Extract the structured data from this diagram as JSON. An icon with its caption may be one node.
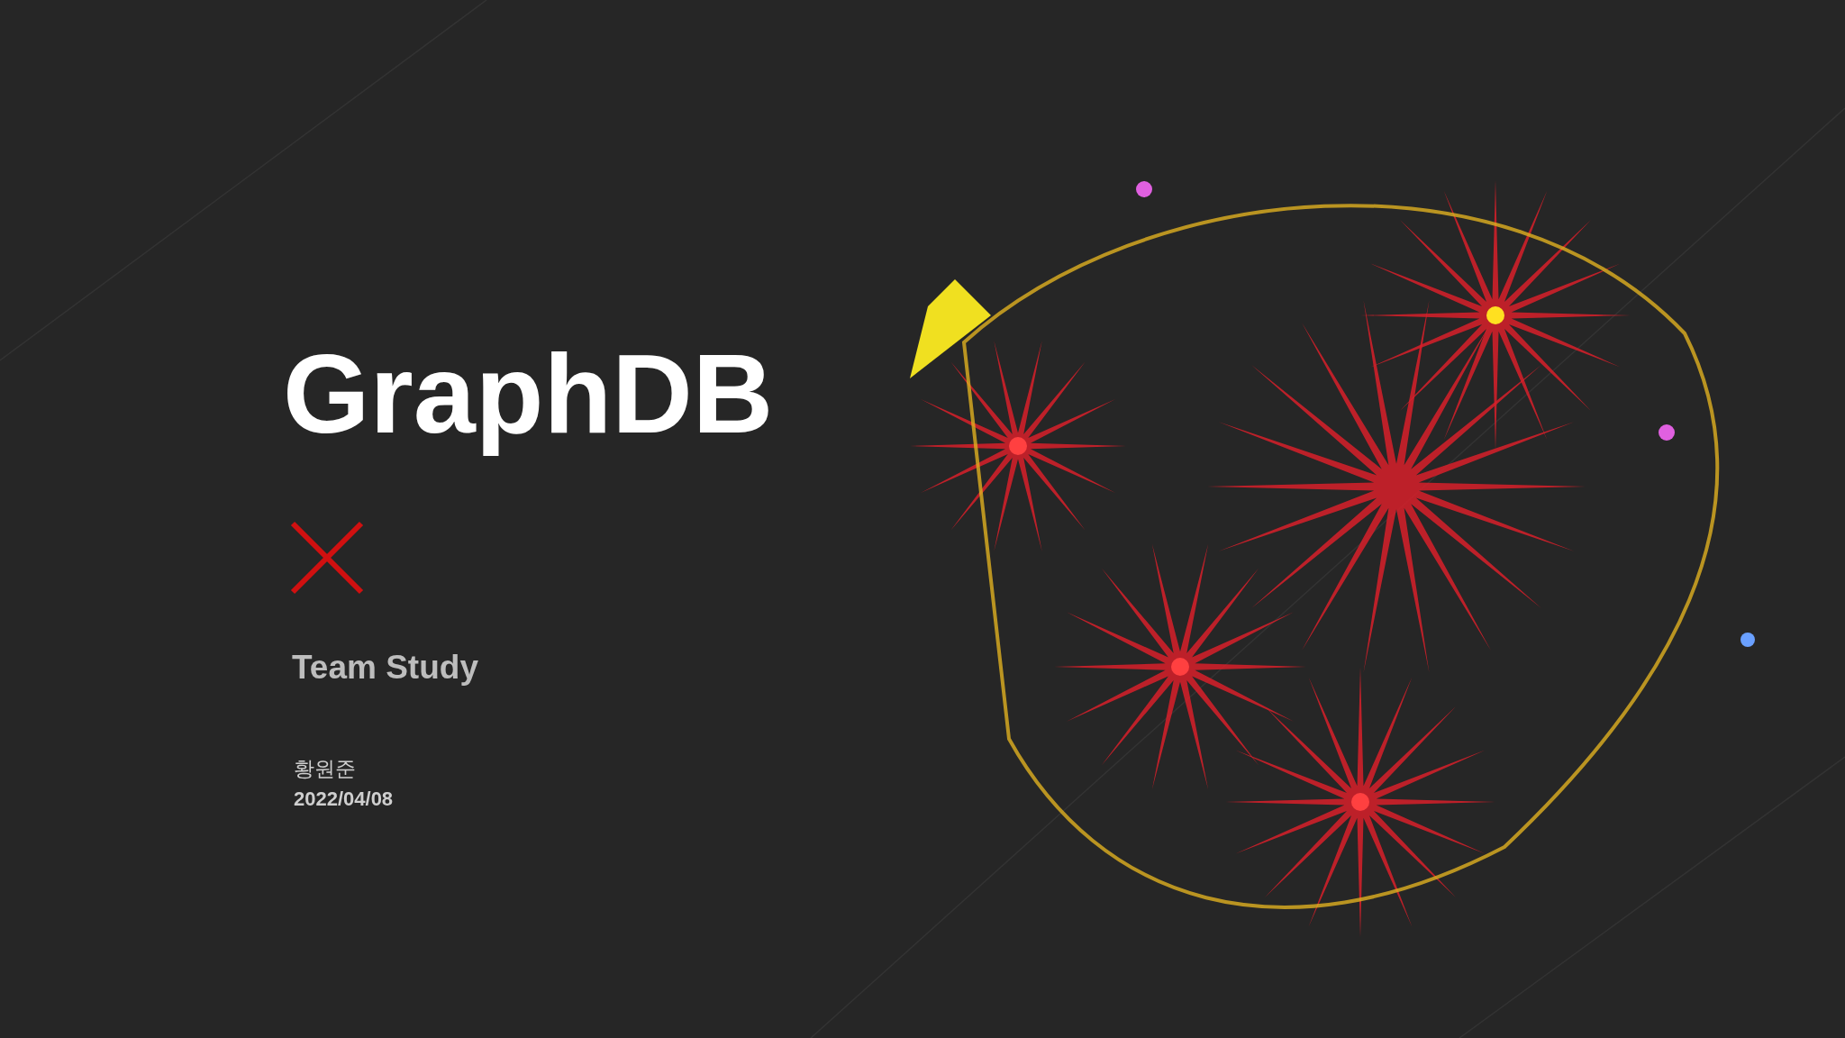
{
  "diagram": {
    "title": "GraphDB",
    "labels": [
      "Team Study",
      "황원준",
      "2022/04/08"
    ]
  }
}
